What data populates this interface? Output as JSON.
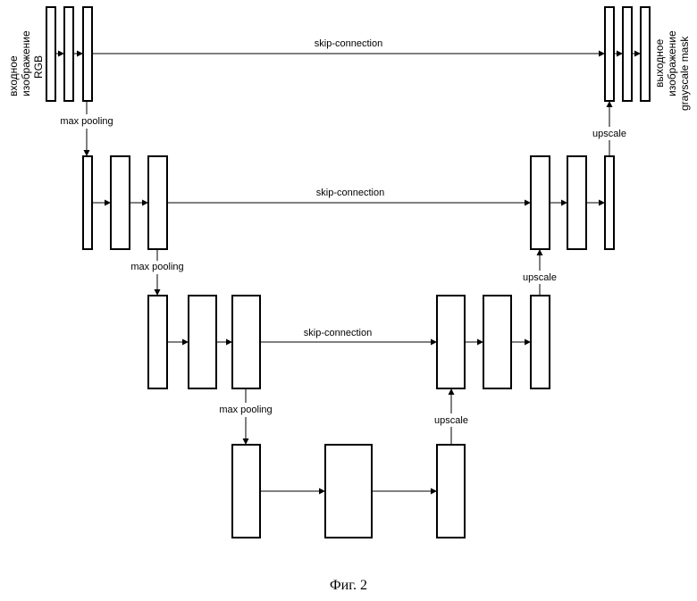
{
  "labels": {
    "input_line1": "входное",
    "input_line2": "изображение",
    "input_line3": "RGB",
    "output_line1": "выходное",
    "output_line2": "изображение",
    "output_line3": "grayscale mask",
    "skip_connection": "skip-connection",
    "max_pooling": "max pooling",
    "upscale": "upscale"
  },
  "caption": "Фиг. 2"
}
